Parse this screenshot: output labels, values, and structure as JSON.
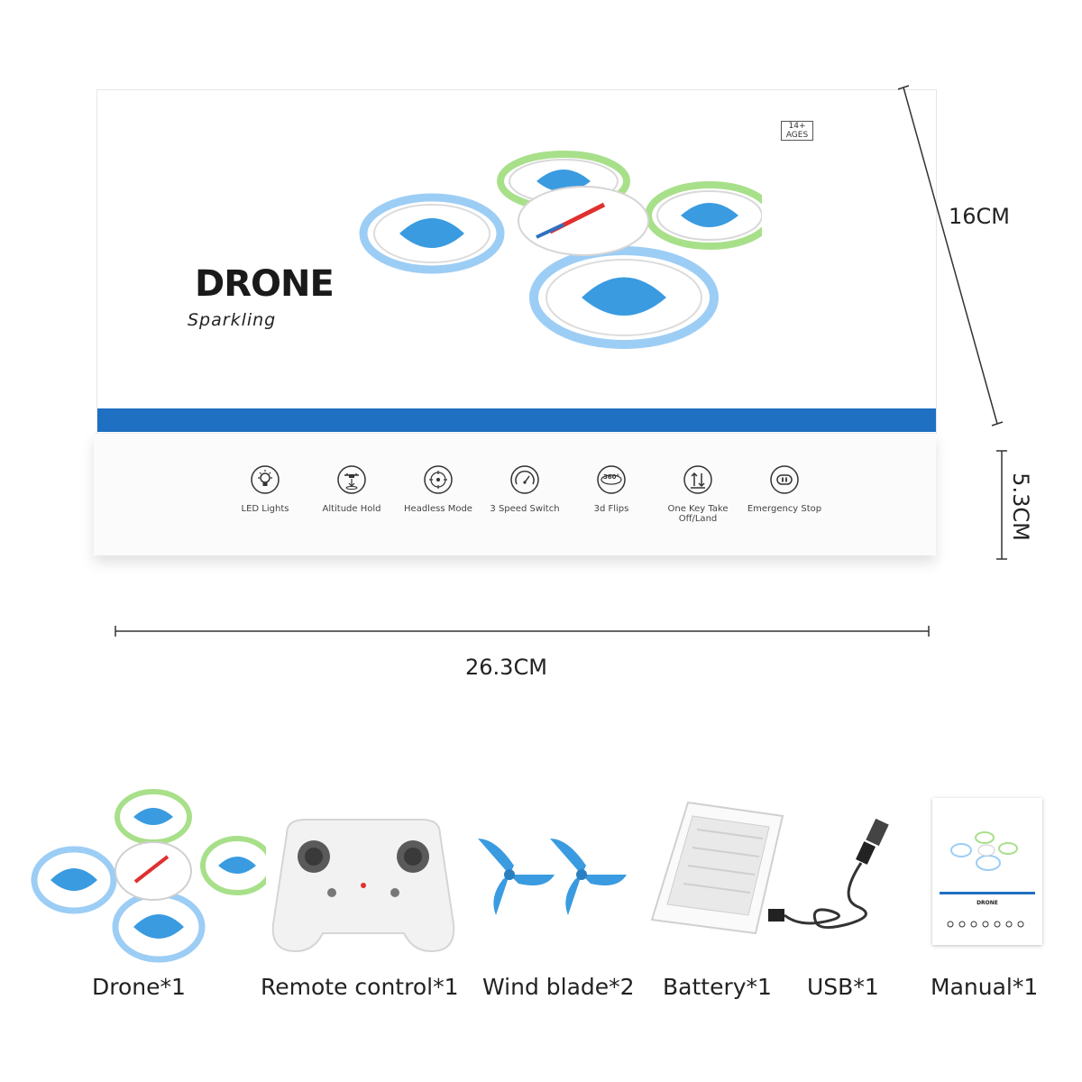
{
  "box": {
    "brand": "DRONE",
    "subtitle": "Sparkling",
    "age_label": "14+ AGES"
  },
  "features": [
    {
      "label": "LED Lights",
      "icon": "bulb-icon"
    },
    {
      "label": "Altitude Hold",
      "icon": "altitude-icon"
    },
    {
      "label": "Headless Mode",
      "icon": "headless-icon"
    },
    {
      "label": "3 Speed Switch",
      "icon": "speedometer-icon"
    },
    {
      "label": "3d Flips",
      "icon": "flip-360-icon"
    },
    {
      "label": "One Key Take Off/Land",
      "icon": "takeoff-land-icon"
    },
    {
      "label": "Emergency Stop",
      "icon": "stop-icon"
    }
  ],
  "dimensions": {
    "depth": "16CM",
    "height": "5.3CM",
    "width": "26.3CM"
  },
  "icon_360_text": "360°",
  "manual_brand": "DRONE",
  "items": [
    {
      "label": "Drone*1"
    },
    {
      "label": "Remote control*1"
    },
    {
      "label": "Wind blade*2"
    },
    {
      "label": "Battery*1"
    },
    {
      "label": "USB*1"
    },
    {
      "label": "Manual*1"
    }
  ],
  "colors": {
    "stripe": "#1f6fc2",
    "propeller_blue": "#3a9be0",
    "glow_blue": "#9ccdf5",
    "glow_green": "#a8e08a"
  }
}
